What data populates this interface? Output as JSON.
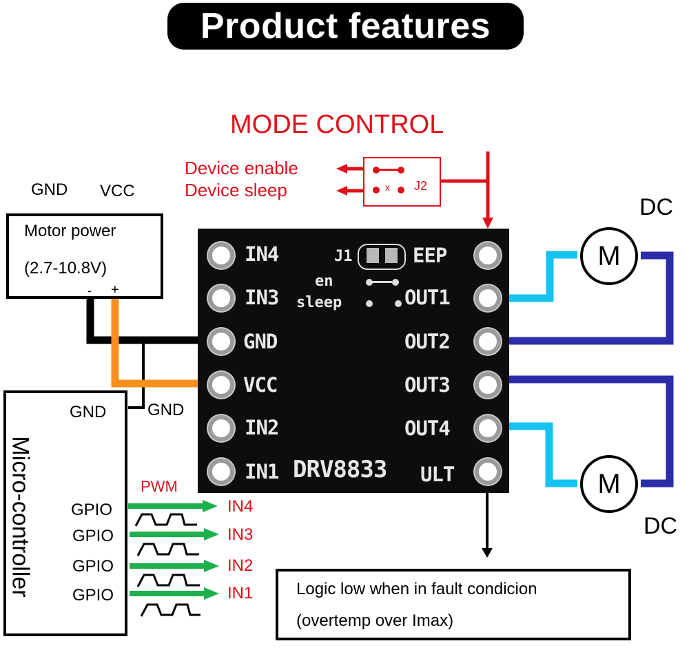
{
  "title": "Product features",
  "mode_control": {
    "heading": "MODE CONTROL",
    "enable_label": "Device enable",
    "sleep_label": "Device sleep",
    "jumper_name": "J2",
    "jumper_open_mark": "x"
  },
  "motor_power": {
    "gnd_label": "GND",
    "vcc_label": "VCC",
    "name": "Motor power",
    "range": "(2.7-10.8V)",
    "minus": "-",
    "plus": "+"
  },
  "microcontroller": {
    "name": "Micro-controller",
    "gnd_label": "GND",
    "gnd_link_label": "GND",
    "pwm_label": "PWM",
    "gpio": [
      {
        "label": "GPIO",
        "target": "IN4"
      },
      {
        "label": "GPIO",
        "target": "IN3"
      },
      {
        "label": "GPIO",
        "target": "IN2"
      },
      {
        "label": "GPIO",
        "target": "IN1"
      }
    ]
  },
  "board": {
    "model": "DRV8833",
    "jumper_label": "J1",
    "en_label": "en",
    "sleep_label": "sleep",
    "left_pins": [
      "IN4",
      "IN3",
      "GND",
      "VCC",
      "IN2",
      "IN1"
    ],
    "right_pins": [
      "EEP",
      "OUT1",
      "OUT2",
      "OUT3",
      "OUT4",
      "ULT"
    ]
  },
  "motors": [
    {
      "symbol": "M",
      "label": "DC"
    },
    {
      "symbol": "M",
      "label": "DC"
    }
  ],
  "fault_note": {
    "line1": "Logic low when in fault condicion",
    "line2": "(overtemp over Imax)"
  },
  "colors": {
    "red": "#e0101a",
    "orange_vcc": "#f7901e",
    "black_gnd": "#000000",
    "green_signal": "#1db04c",
    "light_blue": "#16c2f0",
    "dark_blue": "#2b2ea8",
    "pcb": "#0d0d0f"
  }
}
